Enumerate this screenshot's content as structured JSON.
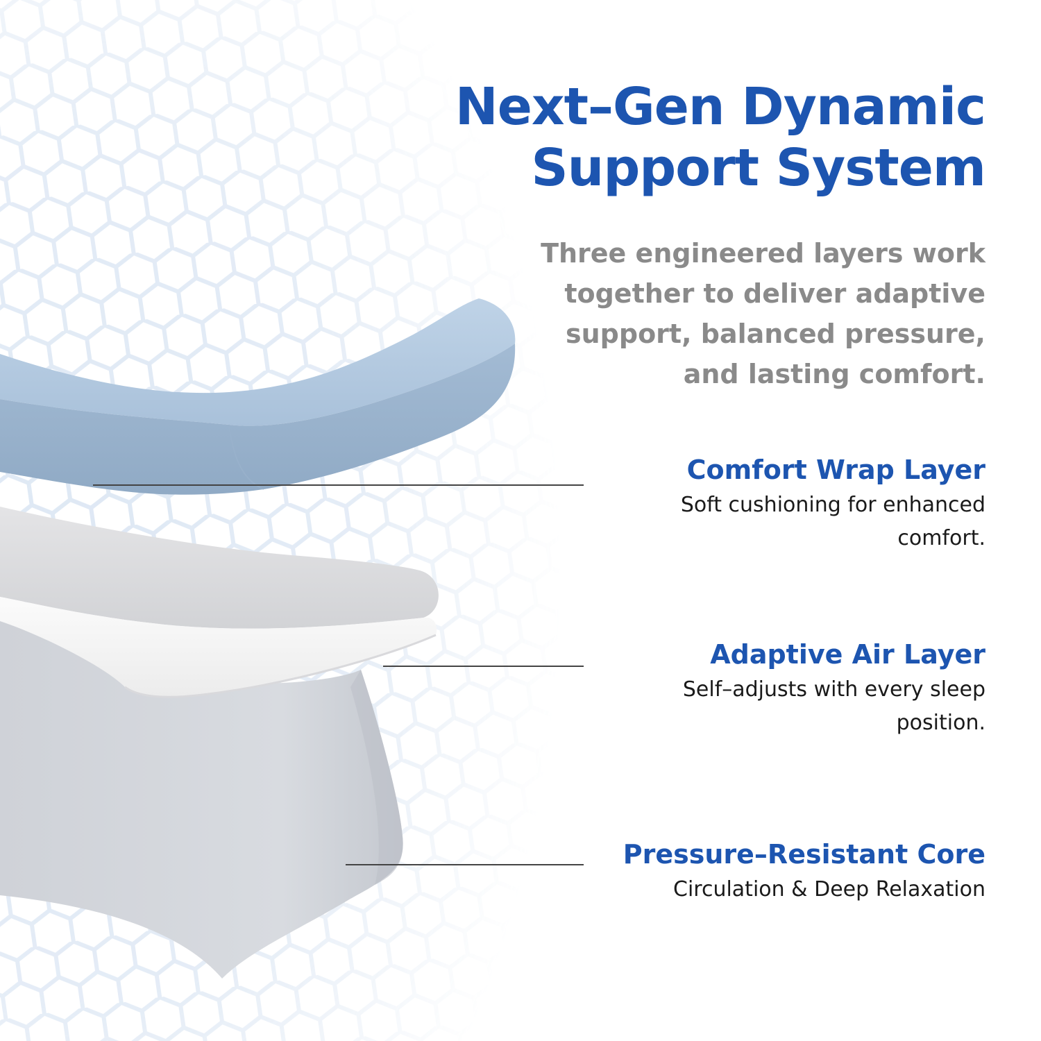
{
  "colors": {
    "accent": "#1d55b0",
    "muted_text": "#8a8a8a",
    "body_text": "#1a1a1a",
    "layer_top": "#b3c9e0",
    "layer_middle": "#f5f5f5",
    "layer_bottom": "#d3d6dc",
    "background_pattern": "#c4d6ec"
  },
  "headline": {
    "lines": [
      "Next–Gen Dynamic",
      "Support System"
    ]
  },
  "intro": {
    "lines": [
      "Three engineered layers work",
      "together to deliver adaptive",
      "support, balanced pressure,",
      "and lasting comfort."
    ]
  },
  "layers": [
    {
      "title": "Comfort Wrap Layer",
      "description_lines": [
        "Soft cushioning for enhanced",
        "comfort."
      ]
    },
    {
      "title": "Adaptive Air Layer",
      "description_lines": [
        "Self–adjusts with every sleep",
        "position."
      ]
    },
    {
      "title": "Pressure–Resistant Core",
      "description_lines": [
        "Circulation & Deep Relaxation"
      ]
    }
  ]
}
